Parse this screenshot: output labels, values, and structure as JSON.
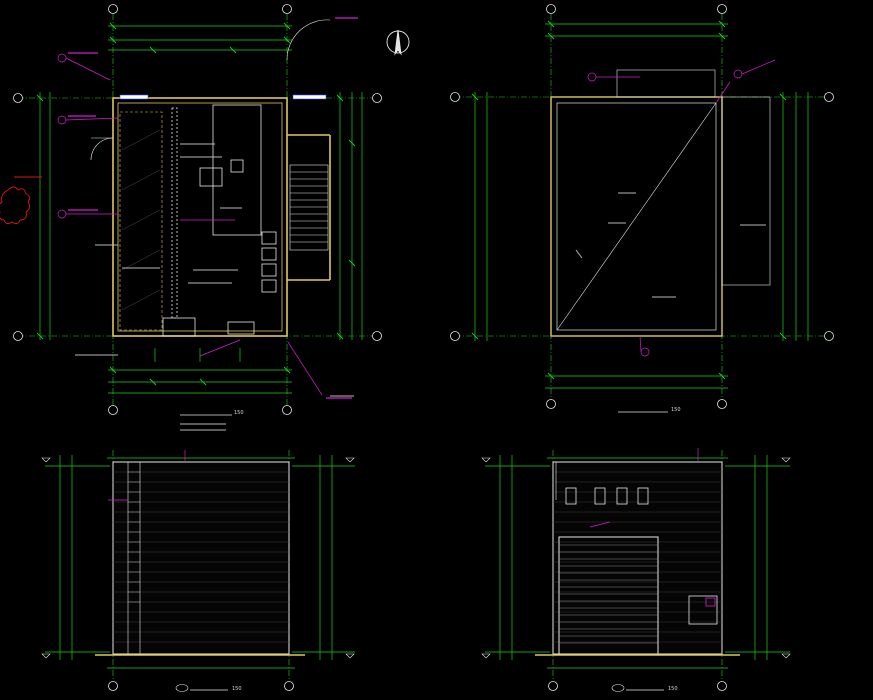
{
  "colors": {
    "background": "#000000",
    "dimension": "#19d219",
    "wall": "#e0c85a",
    "callout": "#d21ed2",
    "outline": "#e6e6e6",
    "annotation": "#cfcfcf",
    "revision": "#e01414",
    "grid": "#19d219"
  },
  "grid_bubble_labels": [],
  "views": [
    {
      "id": "plan-1",
      "title": "",
      "scale": "150"
    },
    {
      "id": "roof-plan",
      "title": "",
      "scale": "150"
    },
    {
      "id": "elevation-a",
      "title": "",
      "scale": "150"
    },
    {
      "id": "elevation-b",
      "title": "",
      "scale": "150"
    }
  ],
  "notes": {
    "floor_area_line_1": "",
    "floor_area_line_2": ""
  }
}
